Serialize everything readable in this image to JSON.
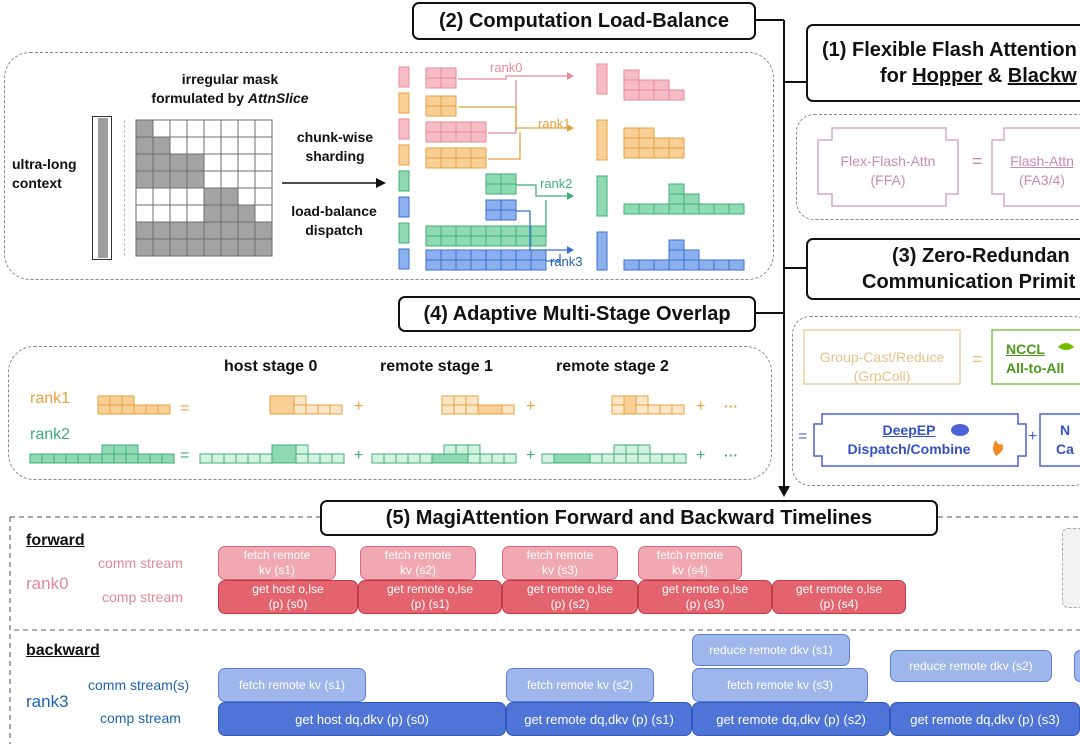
{
  "titles": {
    "flex": "(1) Flexible Flash Attention",
    "flex_sub_pre": "for ",
    "flex_sub_hopper": "Hopper",
    "flex_sub_amp": " & ",
    "flex_sub_blackwell": "Blackw",
    "load_balance": "(2) Computation Load-Balance",
    "zero_redundant": "(3) Zero-Redundan",
    "zero_redundant_sub": "Communication Primit",
    "overlap": "(4) Adaptive Multi-Stage Overlap",
    "timelines": "(5) MagiAttention Forward and Backward Timelines"
  },
  "load_balance": {
    "mask_caption": [
      "irregular mask",
      "formulated by "
    ],
    "mask_caption_em": "AttnSlice",
    "context": [
      "ultra-long",
      "context"
    ],
    "chunk": [
      "chunk-wise",
      "sharding"
    ],
    "dispatch": [
      "load-balance",
      "dispatch"
    ],
    "ranks": [
      "rank0",
      "rank1",
      "rank2",
      "rank3"
    ],
    "mask_grid": [
      [
        1,
        0,
        0,
        0,
        0,
        0,
        0,
        0
      ],
      [
        1,
        1,
        0,
        0,
        0,
        0,
        0,
        0
      ],
      [
        1,
        1,
        1,
        1,
        0,
        0,
        0,
        0
      ],
      [
        1,
        1,
        1,
        1,
        0,
        0,
        0,
        0
      ],
      [
        0,
        0,
        0,
        0,
        1,
        1,
        0,
        0
      ],
      [
        0,
        0,
        0,
        0,
        1,
        1,
        1,
        0
      ],
      [
        1,
        1,
        1,
        1,
        1,
        1,
        1,
        1
      ],
      [
        1,
        1,
        1,
        1,
        1,
        1,
        1,
        1
      ]
    ]
  },
  "ffa": {
    "box1": [
      "Flex-Flash-Attn",
      "(FFA)"
    ],
    "eq": "=",
    "box2": [
      "Flash-Attn",
      "(FA3/4)"
    ]
  },
  "comm": {
    "grpcoll": [
      "Group-Cast/Reduce",
      "(GrpColl)"
    ],
    "eq": "=",
    "nccl": [
      "NCCL",
      "All-to-All"
    ],
    "deepep": [
      "DeepEP",
      "Dispatch/Combine"
    ],
    "plus": "+",
    "fourth": [
      "N",
      "Ca"
    ]
  },
  "overlap": {
    "stages": [
      "host stage 0",
      "remote stage 1",
      "remote stage 2"
    ],
    "rank1": "rank1",
    "rank2": "rank2",
    "eq": "=",
    "plus": "+",
    "dots": "···"
  },
  "timelines": {
    "forward": "forward",
    "backward": "backward",
    "rank0": "rank0",
    "rank3": "rank3",
    "fwd_comm": "comm stream",
    "fwd_comp": "comp stream",
    "bwd_comm": "comm stream(s)",
    "bwd_comp": "comp stream",
    "fwd_comm_ops": [
      [
        "fetch remote",
        "kv (s1)"
      ],
      [
        "fetch remote",
        "kv (s2)"
      ],
      [
        "fetch remote",
        "kv (s3)"
      ],
      [
        "fetch remote",
        "kv (s4)"
      ]
    ],
    "fwd_comp_ops": [
      [
        "get host o,lse",
        "(p) (s0)"
      ],
      [
        "get remote o,lse",
        "(p) (s1)"
      ],
      [
        "get remote o,lse",
        "(p) (s2)"
      ],
      [
        "get remote o,lse",
        "(p) (s3)"
      ],
      [
        "get remote o,lse",
        "(p) (s4)"
      ]
    ],
    "bwd_reduce_ops": [
      "reduce remote dkv (s1)",
      "reduce remote dkv (s2)"
    ],
    "bwd_fetch_ops": [
      "fetch remote kv (s1)",
      "fetch remote kv (s2)",
      "fetch remote kv (s3)"
    ],
    "bwd_comp_ops": [
      "get host dq,dkv (p) (s0)",
      "get remote dq,dkv (p) (s1)",
      "get remote dq,dkv (p) (s2)",
      "get remote dq,dkv (p) (s3)"
    ]
  },
  "colors": {
    "pink": "#e98a9a",
    "orange": "#e8a13c",
    "green": "#3fae7a",
    "blue": "#3b6fd0",
    "rank0_text": "#e0889a",
    "rank1_text": "#e8a13c",
    "rank2_text": "#3fae7a",
    "rank3_text": "#1e63b0"
  }
}
